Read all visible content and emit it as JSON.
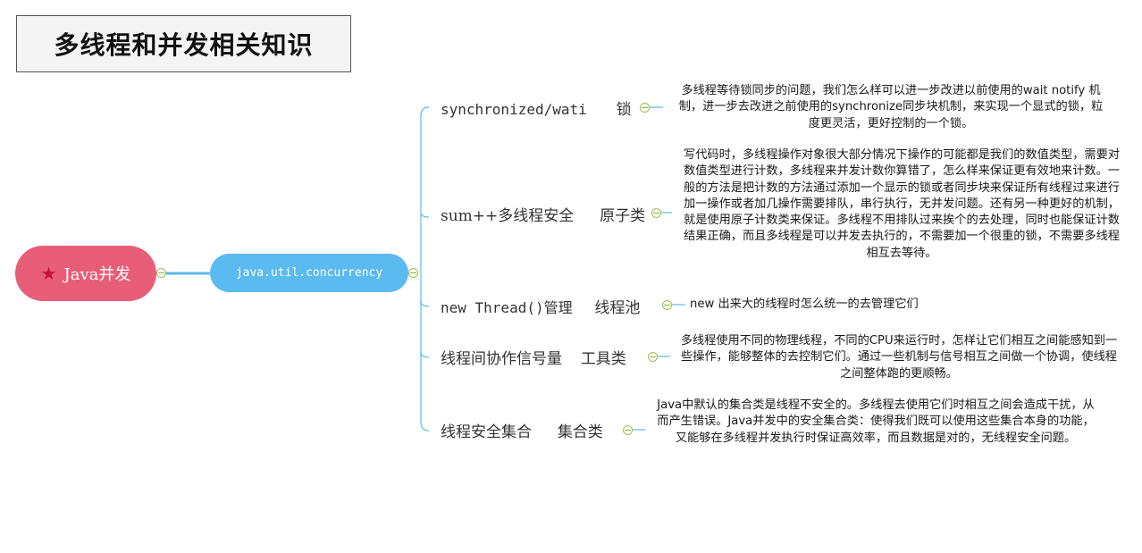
{
  "title": "多线程和并发相关知识",
  "root": {
    "label": "Java并发",
    "icon": "star-icon"
  },
  "hub": {
    "label": "java.util.concurrency"
  },
  "branches": [
    {
      "topic": "synchronized/wati",
      "category": "锁",
      "note": "多线程等待锁同步的问题，我们怎么样可以进一步改进以前使用的wait notify 机制，进一步去改进之前使用的synchronize同步块机制，来实现一个显式的锁，粒度更灵活，更好控制的一个锁。"
    },
    {
      "topic": "sum++多线程安全",
      "category": "原子类",
      "note": "写代码时，多线程操作对象很大部分情况下操作的可能都是我们的数值类型，需要对数值类型进行计数，多线程来并发计数你算错了，怎么样来保证更有效地来计数。一般的方法是把计数的方法通过添加一个显示的锁或者同步块来保证所有线程过来进行加一操作或者加几操作需要排队，串行执行，无并发问题。还有另一种更好的机制，就是使用原子计数类来保证。多线程不用排队过来挨个的去处理，同时也能保证计数结果正确，而且多线程是可以并发去执行的，不需要加一个很重的锁，不需要多线程相互去等待。"
    },
    {
      "topic": "new Thread()管理",
      "category": "线程池",
      "note": "new 出来大的线程时怎么统一的去管理它们"
    },
    {
      "topic": "线程间协作信号量",
      "category": "工具类",
      "note": "多线程使用不同的物理线程，不同的CPU来运行时，怎样让它们相互之间能感知到一些操作，能够整体的去控制它们。通过一些机制与信号相互之间做一个协调，使线程之间整体跑的更顺畅。"
    },
    {
      "topic": "线程安全集合",
      "category": "集合类",
      "note": "Java中默认的集合类是线程不安全的。多线程去使用它们时相互之间会造成干扰，从而产生错误。Java并发中的安全集合类：使得我们既可以使用这些集合本身的功能，又能够在多线程并发执行时保证高效率，而且数据是对的，无线程安全问题。"
    }
  ],
  "colors": {
    "root_fill": "#e85d78",
    "hub_fill": "#5bbaf0",
    "connector": "#5bbaf0",
    "collapse_toggle": "#9bc24a"
  }
}
